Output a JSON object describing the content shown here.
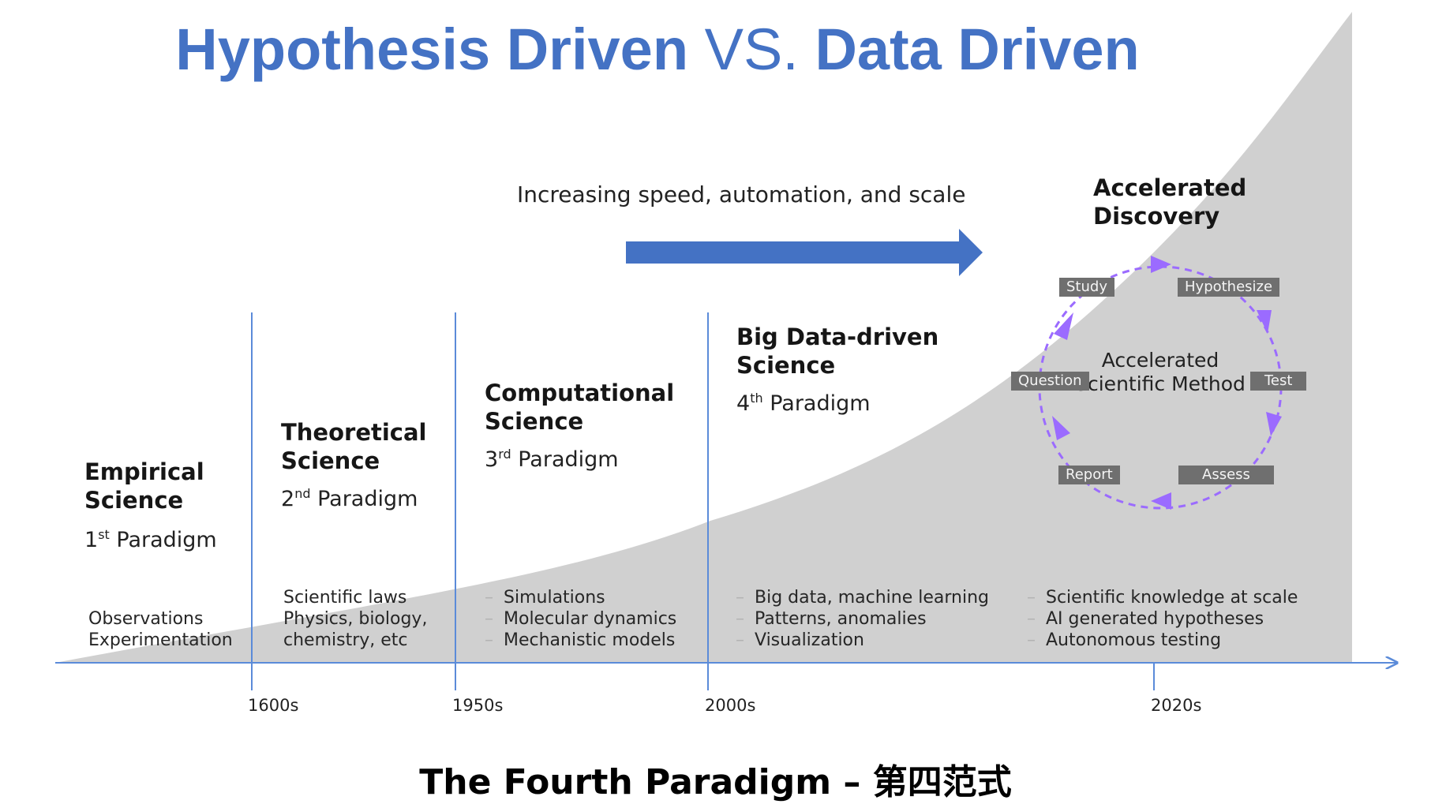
{
  "title": {
    "part1": "Hypothesis Driven",
    "part2": "VS.",
    "part3": "Data Driven"
  },
  "arrow_label": "Increasing speed, automation, and scale",
  "paradigms": [
    {
      "head1": "Empirical",
      "head2": "Science",
      "ord_num": "1",
      "ord_suffix": "st",
      "word": "Paradigm",
      "items": [
        "Observations",
        "Experimentation"
      ]
    },
    {
      "head1": "Theoretical",
      "head2": "Science",
      "ord_num": "2",
      "ord_suffix": "nd",
      "word": "Paradigm",
      "items": [
        "Scientific laws",
        "Physics, biology,",
        "chemistry, etc"
      ]
    },
    {
      "head1": "Computational",
      "head2": "Science",
      "ord_num": "3",
      "ord_suffix": "rd",
      "word": "Paradigm",
      "items": [
        "Simulations",
        "Molecular dynamics",
        "Mechanistic models"
      ]
    },
    {
      "head1": "Big Data-driven",
      "head2": "Science",
      "ord_num": "4",
      "ord_suffix": "th",
      "word": "Paradigm",
      "items": [
        "Big data, machine learning",
        "Patterns, anomalies",
        "Visualization"
      ]
    }
  ],
  "accelerated": {
    "head1": "Accelerated",
    "head2": "Discovery",
    "method": "Accelerated Scientific Method",
    "steps": {
      "study": "Study",
      "hypothesize": "Hypothesize",
      "test": "Test",
      "assess": "Assess",
      "report": "Report",
      "question": "Question"
    },
    "items": [
      "Scientific knowledge at scale",
      "AI generated hypotheses",
      "Autonomous testing"
    ]
  },
  "bullet": "–",
  "years": [
    "1600s",
    "1950s",
    "2000s",
    "2020s"
  ],
  "footer": "The Fourth Paradigm – 第四范式",
  "colors": {
    "title_blue": "#4472C4",
    "arrow_blue": "#4472C4",
    "curve_gray": "#D0D0D0",
    "cycle_purple": "#9B6BFF",
    "pill_gray": "#6F6F6F",
    "axis_blue": "#5B8BD9"
  }
}
